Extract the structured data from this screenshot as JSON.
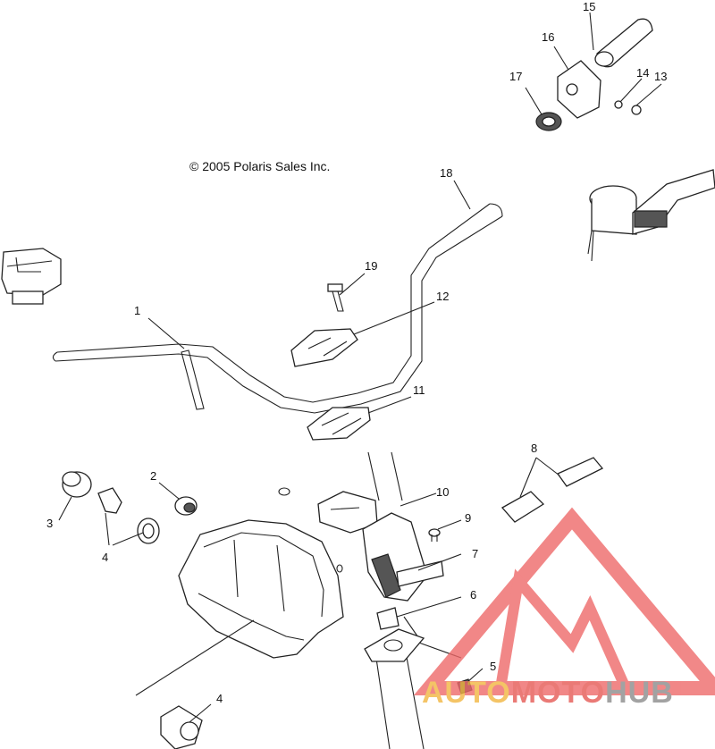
{
  "copyright": "© 2005 Polaris Sales Inc.",
  "labels": [
    "1",
    "2",
    "3",
    "4",
    "4",
    "5",
    "6",
    "7",
    "8",
    "9",
    "10",
    "11",
    "12",
    "13",
    "14",
    "15",
    "16",
    "17",
    "18",
    "19"
  ],
  "watermark": {
    "part_auto": "AUTO",
    "part_moto": "MOTO",
    "part_hub": "HUB",
    "color_auto": "#f2b640",
    "color_moto": "#e55a54",
    "color_hub": "#8b8b8b",
    "logo_color": "#ee6a6a"
  }
}
